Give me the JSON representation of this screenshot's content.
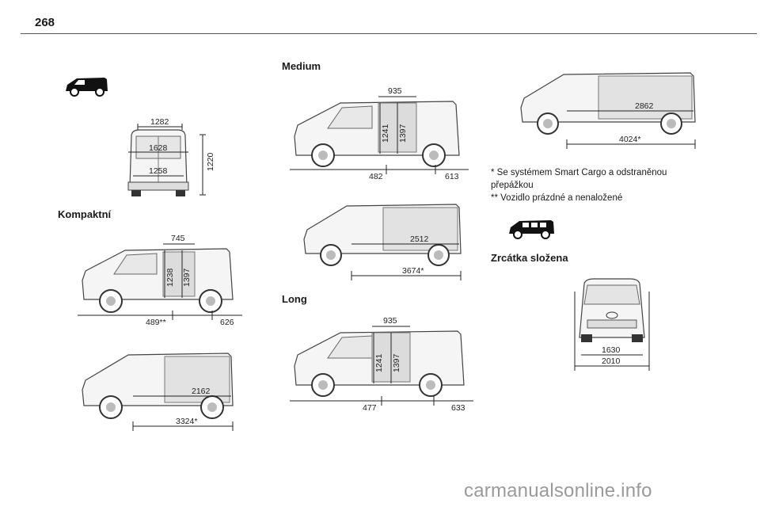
{
  "page_number": "268",
  "sections": {
    "kompaktni": "Kompaktní",
    "medium": "Medium",
    "long": "Long",
    "mirrors": "Zrcátka složena"
  },
  "dims": {
    "rear_compact": {
      "top": "1282",
      "mid": "1628",
      "bottom": "1258",
      "height": "1220"
    },
    "k_side": {
      "width": "745",
      "h1": "1238",
      "h2": "1397",
      "left": "489**",
      "right": "626"
    },
    "k_cargo": {
      "length": "2162",
      "total": "3324*"
    },
    "m_side": {
      "width": "935",
      "h1": "1241",
      "h2": "1397",
      "left": "482",
      "right": "613"
    },
    "m_cargo": {
      "length": "2512",
      "total": "3674*"
    },
    "l_side": {
      "width": "935",
      "h1": "1241",
      "h2": "1397",
      "left": "477",
      "right": "633"
    },
    "l_cargo": {
      "length": "2862",
      "total": "4024*"
    },
    "front": {
      "inner": "1630",
      "outer": "2010"
    }
  },
  "notes": {
    "note1": "* Se systémem Smart Cargo a odstraněnou přepážkou",
    "note2": "** Vozidlo prázdné a nenaložené"
  },
  "watermark": "carmanualsonline.info"
}
